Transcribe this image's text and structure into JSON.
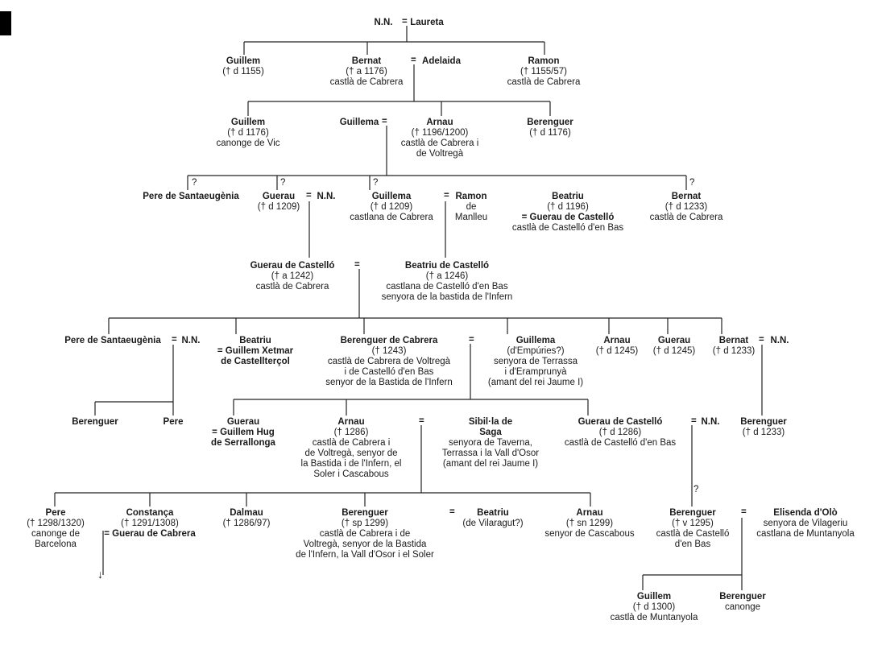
{
  "genealogy": {
    "nodes": {
      "nn_root": {
        "name": "N.N.",
        "lines": []
      },
      "laureta": {
        "name": "Laureta",
        "lines": []
      },
      "guillem_1155": {
        "name": "Guillem",
        "lines": [
          "(† d 1155)"
        ]
      },
      "bernat_1176": {
        "name": "Bernat",
        "lines": [
          "(† a 1176)",
          "castlà de Cabrera"
        ]
      },
      "adelaida": {
        "name": "Adelaida",
        "lines": []
      },
      "ramon_1155": {
        "name": "Ramon",
        "lines": [
          "(† 1155/57)",
          "castlà de Cabrera"
        ]
      },
      "guillem_1176": {
        "name": "Guillem",
        "lines": [
          "(† d 1176)",
          "canonge de Vic"
        ]
      },
      "guillema_1": {
        "name": "Guillema",
        "lines": []
      },
      "arnau_1196": {
        "name": "Arnau",
        "lines": [
          "(† 1196/1200)",
          "castlà de Cabrera i",
          "de Voltregà"
        ]
      },
      "berenguer_1176": {
        "name": "Berenguer",
        "lines": [
          "(† d 1176)"
        ]
      },
      "pere_santaeug_1": {
        "name": "Pere de Santaeugènia",
        "lines": []
      },
      "guerau_1209": {
        "name": "Guerau",
        "lines": [
          "(† d 1209)"
        ]
      },
      "nn_guerau": {
        "name": "N.N.",
        "lines": []
      },
      "guillema_1209": {
        "name": "Guillema",
        "lines": [
          "(† d 1209)",
          "castlana de Cabrera"
        ]
      },
      "ramon_manlleu": {
        "name": "Ramon",
        "lines": [
          "de",
          "Manlleu"
        ]
      },
      "beatriu_1196": {
        "name": "Beatriu",
        "lines": [
          "(† d 1196)"
        ],
        "bold_lines": [
          "= Guerau de Castelló"
        ],
        "tail": [
          "castlà de Castelló d'en Bas"
        ]
      },
      "bernat_1233a": {
        "name": "Bernat",
        "lines": [
          "(† d 1233)",
          "castlà de Cabrera"
        ]
      },
      "guerau_castello_1242": {
        "name": "Guerau de Castelló",
        "lines": [
          "(† a 1242)",
          "castlà de Cabrera"
        ]
      },
      "beatriu_castello": {
        "name": "Beatriu de Castelló",
        "lines": [
          "(† a 1246)",
          "castlana de Castelló d'en Bas",
          "senyora de la bastida de l'Infern"
        ]
      },
      "pere_santaeug_2": {
        "name": "Pere de Santaeugènia",
        "lines": []
      },
      "nn_pere": {
        "name": "N.N.",
        "lines": []
      },
      "beatriu_xetmar": {
        "name": "Beatriu",
        "lines": [],
        "bold_lines": [
          "= Guillem Xetmar",
          "de Castellterçol"
        ]
      },
      "berenguer_cabrera": {
        "name": "Berenguer de Cabrera",
        "lines": [
          "(† 1243)",
          "castlà de Cabrera de Voltregà",
          "i de Castelló d'en Bas",
          "senyor de la Bastida de l'Infern"
        ]
      },
      "guillema_empuries": {
        "name": "Guillema",
        "lines": [
          "(d'Empúries?)",
          "senyora de Terrassa",
          "i d'Eramprunyà",
          "(amant del rei Jaume I)"
        ]
      },
      "arnau_1245": {
        "name": "Arnau",
        "lines": [
          "(† d 1245)"
        ]
      },
      "guerau_1245": {
        "name": "Guerau",
        "lines": [
          "(† d 1245)"
        ]
      },
      "bernat_1233b": {
        "name": "Bernat",
        "lines": [
          "(† d 1233)"
        ]
      },
      "nn_bernat": {
        "name": "N.N.",
        "lines": []
      },
      "berenguer_child": {
        "name": "Berenguer",
        "lines": []
      },
      "pere_child": {
        "name": "Pere",
        "lines": []
      },
      "guerau_hug": {
        "name": "Guerau",
        "lines": [],
        "bold_lines": [
          "= Guillem Hug",
          "de Serrallonga"
        ]
      },
      "arnau_1286": {
        "name": "Arnau",
        "lines": [
          "(† 1286)",
          "castlà de Cabrera i",
          "de Voltregà, senyor de",
          "la Bastida i de l'Infern, el",
          "Soler i Cascabous"
        ]
      },
      "sibilla_saga": {
        "name": "Sibil·la de",
        "bold_lines": [
          "Saga"
        ],
        "lines": [],
        "tail": [
          "senyora de Taverna,",
          "Terrassa i la Vall d'Osor",
          "(amant del rei Jaume I)"
        ]
      },
      "guerau_castello_1286": {
        "name": "Guerau de Castelló",
        "lines": [
          "(† d 1286)",
          "castlà de Castelló d'en Bas"
        ]
      },
      "nn_guerau2": {
        "name": "N.N.",
        "lines": []
      },
      "berenguer_1233": {
        "name": "Berenguer",
        "lines": [
          "(† d 1233)"
        ]
      },
      "pere_1298": {
        "name": "Pere",
        "lines": [
          "(† 1298/1320)",
          "canonge de",
          "Barcelona"
        ]
      },
      "constanca": {
        "name": "Constança",
        "lines": [
          "(† 1291/1308)"
        ],
        "bold_lines": [
          "= Guerau de Cabrera"
        ]
      },
      "dalmau": {
        "name": "Dalmau",
        "lines": [
          "(† 1286/97)"
        ]
      },
      "berenguer_1299": {
        "name": "Berenguer",
        "lines": [
          "(† sp 1299)",
          "castlà de Cabrera i de",
          "Voltregà, senyor de la Bastida",
          "de l'Infern, la Vall d'Osor i el Soler"
        ]
      },
      "beatriu_vilaragut": {
        "name": "Beatriu",
        "lines": [
          "(de Vilaragut?)"
        ]
      },
      "arnau_1299": {
        "name": "Arnau",
        "lines": [
          "(† sn 1299)",
          "senyor de Cascabous"
        ]
      },
      "berenguer_1295": {
        "name": "Berenguer",
        "lines": [
          "(† v 1295)",
          "castlà de Castelló",
          "d'en Bas"
        ]
      },
      "elisenda": {
        "name": "Elisenda d'Olò",
        "lines": [
          "senyora de Vilageriu",
          "castlana de Muntanyola"
        ]
      },
      "guillem_1300": {
        "name": "Guillem",
        "lines": [
          "(† d 1300)",
          "castlà de Muntanyola"
        ]
      },
      "berenguer_canonge": {
        "name": "Berenguer",
        "lines": [
          "canonge"
        ]
      }
    },
    "marriage_symbol": "=",
    "uncertain_symbol": "?",
    "continuation_arrow": "↓"
  }
}
